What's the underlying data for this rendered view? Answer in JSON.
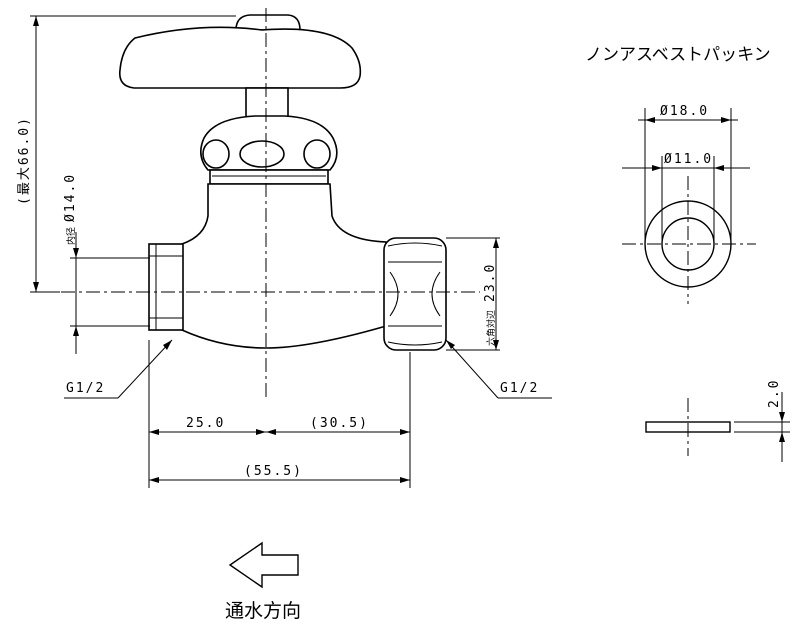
{
  "labels": {
    "packing_title": "ノンアスベストパッキン",
    "max_height": "(最大66.0)",
    "inner_diameter_prefix": "内径",
    "inner_diameter_value": "Ø14.0",
    "hex_prefix": "六角対辺",
    "hex_value": "23.0",
    "dim_left": "25.0",
    "dim_right": "(30.5)",
    "dim_total": "(55.5)",
    "thread_left": "G1/2",
    "thread_right": "G1/2",
    "outer_diameter": "Ø18.0",
    "inner_packing_diameter": "Ø11.0",
    "thickness": "2.0",
    "flow_direction": "通水方向"
  }
}
